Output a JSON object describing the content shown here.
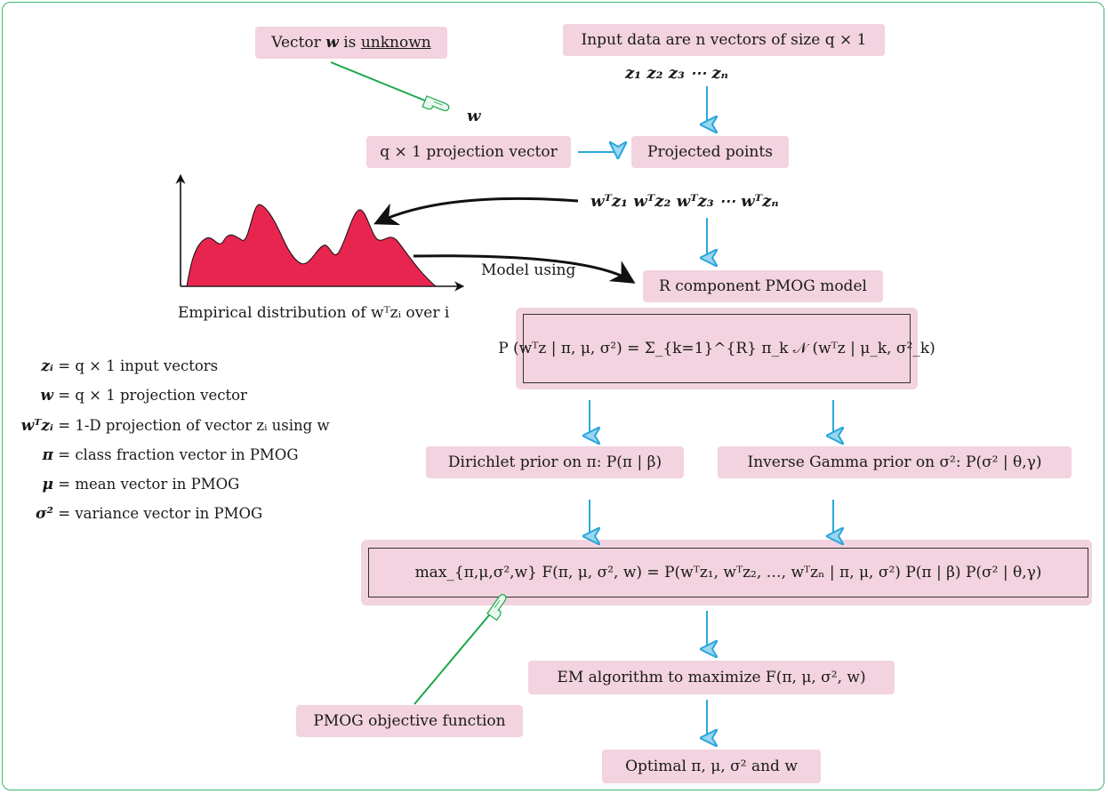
{
  "boxes": {
    "unknown_prefix": "Vector",
    "unknown_var": "w",
    "unknown_mid": "is",
    "unknown_word": "unknown",
    "input_data": "Input data are n vectors of size q × 1",
    "projection_vector": "q × 1 projection vector",
    "projected_points": "Projected points",
    "pmog_model": "R component PMOG model",
    "dirichlet": "Dirichlet prior on π: P(π | β)",
    "inverse_gamma": "Inverse Gamma prior on σ²: P(σ² | θ,γ)",
    "em": "EM algorithm to maximize F(π, μ, σ², w)",
    "optimal": "Optimal π, μ, σ² and w",
    "objective_label": "PMOG objective function"
  },
  "labels": {
    "z_vectors": "z₁   z₂   z₃  ⋯  zₙ",
    "w_label": "w",
    "projections": "wᵀz₁  wᵀz₂  wᵀz₃ ⋯ wᵀzₙ",
    "model_using": "Model using",
    "empirical": "Empirical distribution of wᵀzᵢ over i"
  },
  "equations": {
    "pmog_eq": "P (wᵀz | π, μ, σ²) = Σ_{k=1}^{R} π_k 𝒩 (wᵀz | μ_k, σ²_k)",
    "max_eq": "max_{π,μ,σ²,w} F(π, μ, σ², w) = P(wᵀz₁, wᵀz₂, …, wᵀzₙ | π, μ, σ²) P(π | β) P(σ² | θ,γ)"
  },
  "legend": [
    {
      "lhs": "zᵢ",
      "rhs": "= q × 1 input vectors"
    },
    {
      "lhs": "w",
      "rhs": "= q × 1 projection vector"
    },
    {
      "lhs": "wᵀzᵢ",
      "rhs": "= 1-D projection of vector zᵢ using w"
    },
    {
      "lhs": "π",
      "rhs": "= class fraction vector in PMOG"
    },
    {
      "lhs": "μ",
      "rhs": "= mean vector in PMOG"
    },
    {
      "lhs": "σ²",
      "rhs": "= variance vector in PMOG"
    }
  ],
  "colors": {
    "box_fill": "#f2d3df",
    "arrow_blue": "#2aa6dc",
    "line_green": "#1aa84a",
    "distribution_fill": "#e8254f",
    "frame_green": "#3cb86a"
  },
  "icons": [
    "pointing-hand-icon"
  ]
}
